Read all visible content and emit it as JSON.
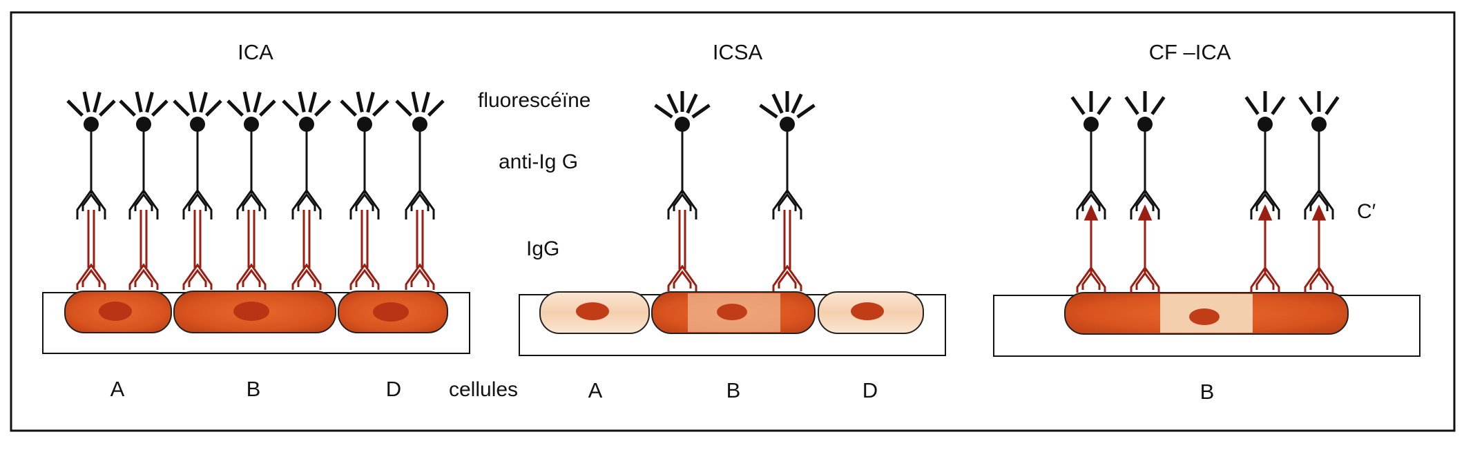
{
  "panels": [
    {
      "title": "ICA",
      "letters": [
        "A",
        "B",
        "D"
      ]
    },
    {
      "title": "ICSA",
      "letters": [
        "A",
        "B",
        "D"
      ]
    },
    {
      "title": "CF –ICA",
      "letters": [
        "B"
      ],
      "extra_label": "C′"
    }
  ],
  "labels": {
    "fluorescein": "fluorescéïne",
    "anti_igg": "anti-Ig G",
    "igg": "IgG",
    "cells": "cellules"
  },
  "colors": {
    "border": "#111111",
    "igg_red": "#9a1f12",
    "cell_fill": "#d9541f",
    "cell_pale": "#f8dcc2",
    "nucleus": "#b83414"
  },
  "icons": [
    "fluorescein-marker-icon",
    "anti-igg-antibody-icon",
    "igg-antibody-icon",
    "complement-arrow-icon"
  ]
}
